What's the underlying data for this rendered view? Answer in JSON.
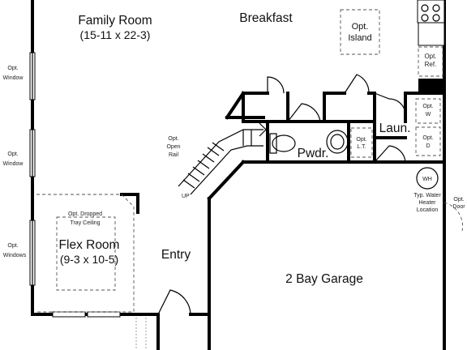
{
  "rooms": {
    "family_room": {
      "name": "Family Room",
      "size": "(15-11 x 22-3)"
    },
    "breakfast": {
      "name": "Breakfast"
    },
    "flex_room": {
      "name": "Flex Room",
      "size": "(9-3 x 10-5)"
    },
    "entry": {
      "name": "Entry"
    },
    "garage": {
      "name": "2 Bay Garage"
    },
    "powder": {
      "name": "Pwdr."
    },
    "laundry": {
      "name": "Laun."
    }
  },
  "options": {
    "island": [
      "Opt.",
      "Island"
    ],
    "refrigerator": [
      "Opt.",
      "Ref."
    ],
    "window_upper": [
      "Opt.",
      "Window"
    ],
    "window_middle": [
      "Opt.",
      "Window"
    ],
    "windows_lower": [
      "Opt.",
      "Windows"
    ],
    "open_rail": [
      "Opt.",
      "Open",
      "Rail"
    ],
    "tray_ceiling": [
      "Opt. Dropped",
      "Tray Ceiling"
    ],
    "linen": [
      "Opt.",
      "L.T."
    ],
    "washer": [
      "Opt.",
      "W"
    ],
    "dryer": [
      "Opt.",
      "D"
    ],
    "door": [
      "Opt.",
      "Door"
    ]
  },
  "water_heater": {
    "symbol": "WH",
    "caption": [
      "Typ. Water",
      "Heater",
      "Location"
    ]
  },
  "stair_marker": "UP"
}
